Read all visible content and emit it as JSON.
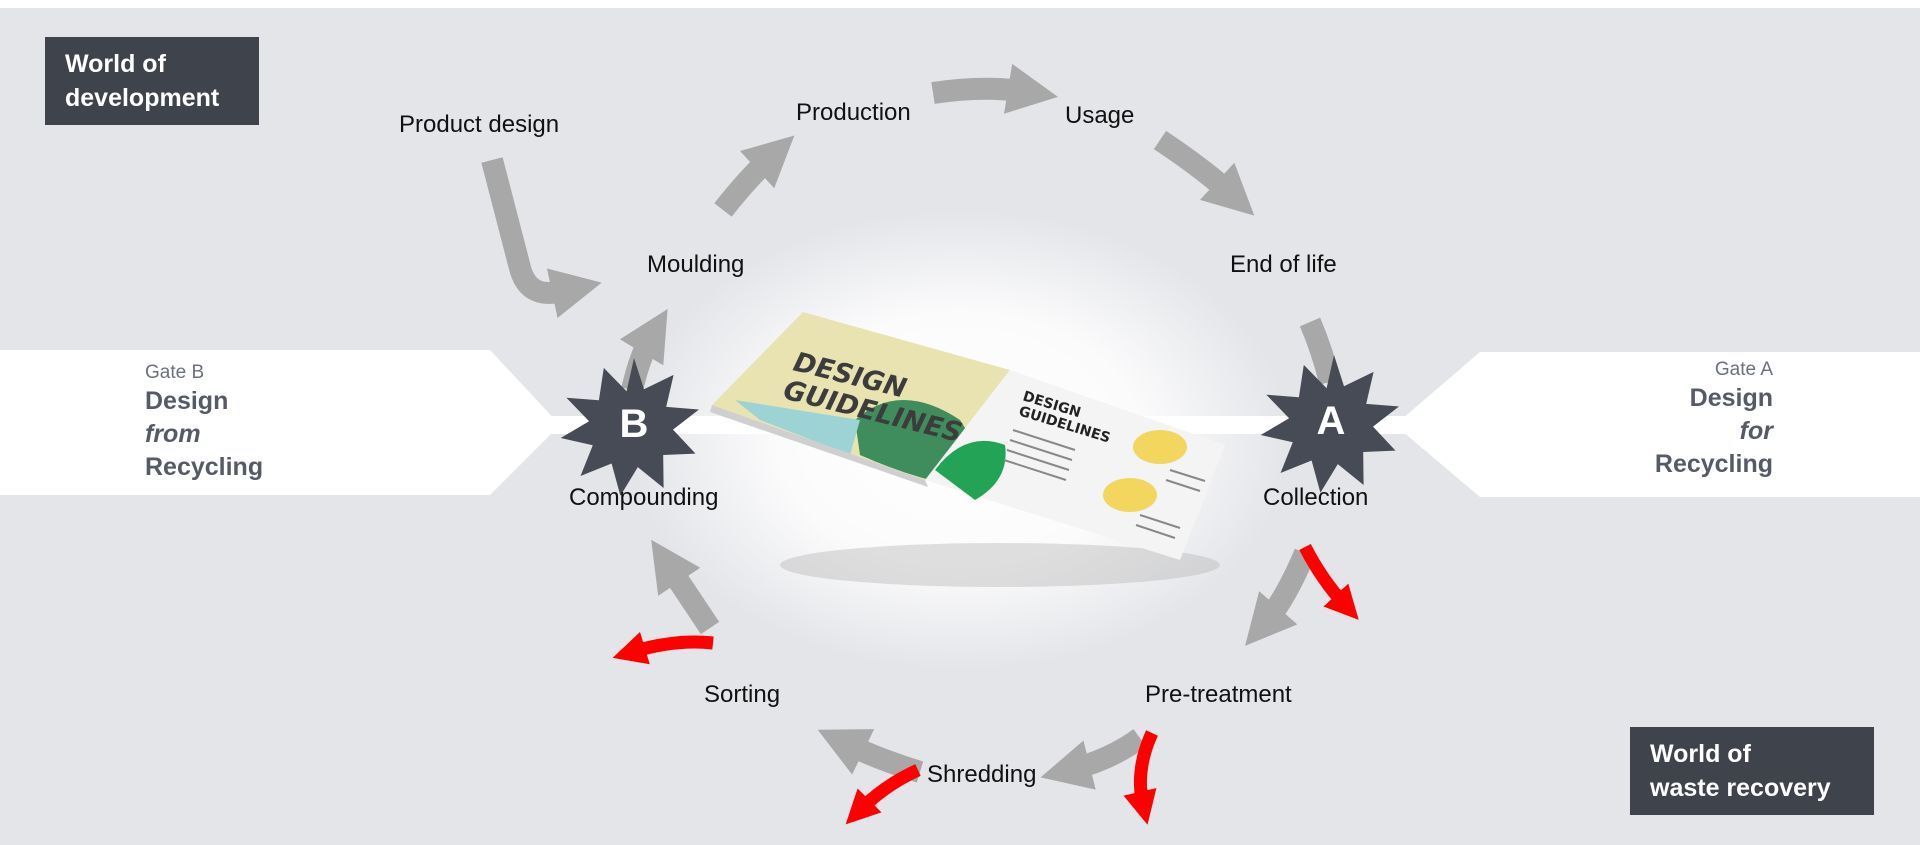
{
  "worlds": {
    "development": [
      "World of",
      "development"
    ],
    "waste_recovery": [
      "World of",
      "waste recovery"
    ]
  },
  "nodes": {
    "product_design": "Product design",
    "production": "Production",
    "usage": "Usage",
    "moulding": "Moulding",
    "end_of_life": "End of life",
    "compounding": "Compounding",
    "collection": "Collection",
    "sorting": "Sorting",
    "pre_treatment": "Pre-treatment",
    "shredding": "Shredding"
  },
  "gates": {
    "b": {
      "badge": "B",
      "small": "Gate B",
      "line1": "Design",
      "line2": "from",
      "line3": "Recycling"
    },
    "a": {
      "badge": "A",
      "small": "Gate A",
      "line1": "Design",
      "line2": "for",
      "line3": "Recycling"
    }
  },
  "booklet": {
    "title_left": [
      "DESIGN",
      "GUIDELINES"
    ],
    "title_right": [
      "DESIGN",
      "GUIDELINES"
    ]
  },
  "colors": {
    "background": "#e4e5e9",
    "dark_box": "#3f434b",
    "cycle_arrow": "#a8a8a8",
    "exit_arrow": "#ff0000",
    "star": "#474b55"
  }
}
